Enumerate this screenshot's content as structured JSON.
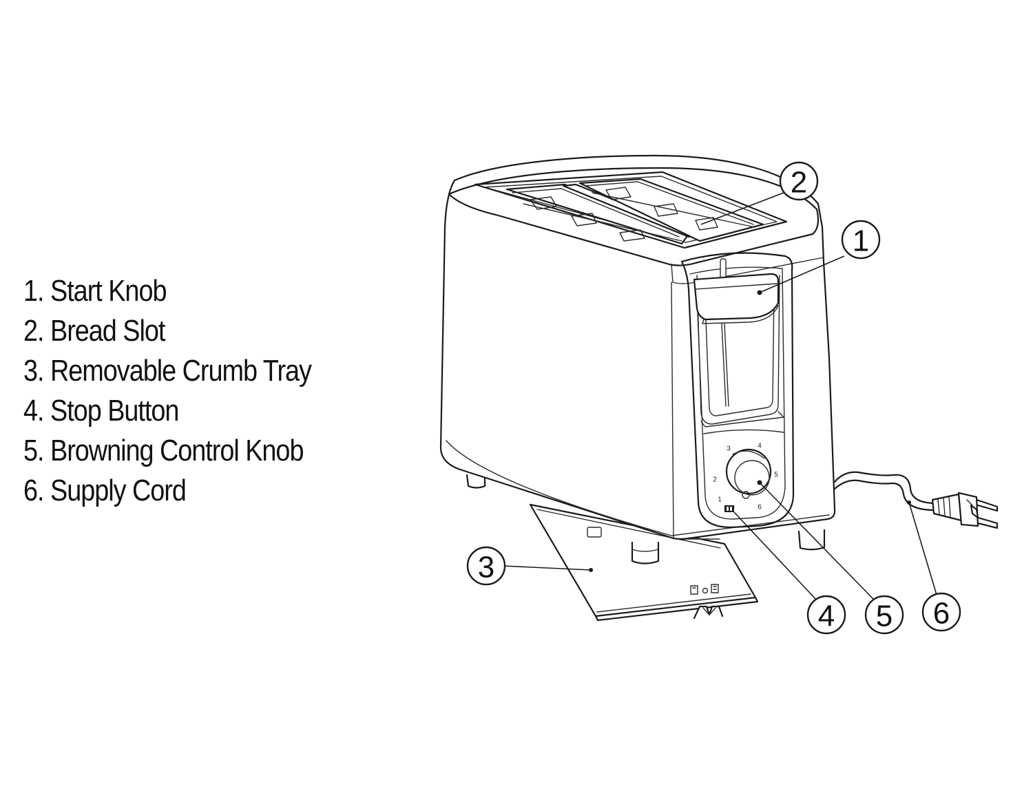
{
  "legend": {
    "items": [
      {
        "number": "1",
        "label": "Start Knob"
      },
      {
        "number": "2",
        "label": "Bread Slot"
      },
      {
        "number": "3",
        "label": "Removable Crumb Tray"
      },
      {
        "number": "4",
        "label": "Stop Button"
      },
      {
        "number": "5",
        "label": "Browning Control Knob"
      },
      {
        "number": "6",
        "label": "Supply Cord"
      }
    ]
  },
  "callouts": [
    {
      "number": "1",
      "part": "Start Knob"
    },
    {
      "number": "2",
      "part": "Bread Slot"
    },
    {
      "number": "3",
      "part": "Removable Crumb Tray"
    },
    {
      "number": "4",
      "part": "Stop Button"
    },
    {
      "number": "5",
      "part": "Browning Control Knob"
    },
    {
      "number": "6",
      "part": "Supply Cord"
    }
  ],
  "browning_dial": {
    "marks": [
      "1",
      "2",
      "3",
      "4",
      "5",
      "6"
    ]
  }
}
